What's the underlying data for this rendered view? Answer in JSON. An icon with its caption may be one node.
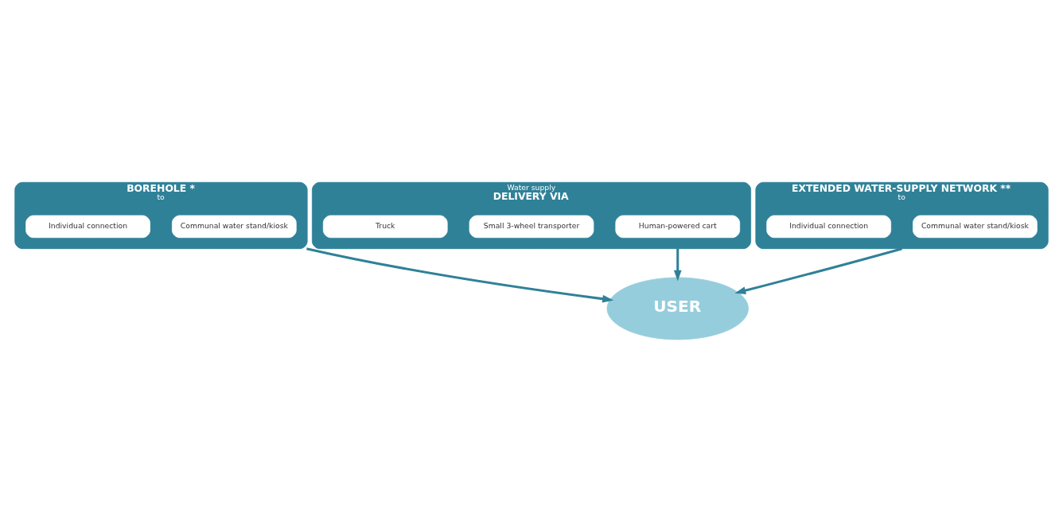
{
  "diagram": {
    "nodes": [
      {
        "text": [
          "BOREHOLE *",
          "to"
        ]
      },
      {
        "text": [
          "Communal water stand/kiosk"
        ],
        "in": 0
      },
      {
        "text": [
          "Individual connection"
        ],
        "in": 0
      },
      {
        "text": [
          "Water supply",
          "DELIVERY VIA"
        ]
      },
      {
        "text": [
          "Human-powered cart"
        ],
        "in": 3
      },
      {
        "text": [
          "Small 3-wheel transporter"
        ],
        "in": 3
      },
      {
        "text": [
          "Truck"
        ],
        "in": 3
      },
      {
        "text": [
          "EXTENDED WATER-SUPPLY NETWORK **",
          "to"
        ]
      },
      {
        "text": [
          "Communal water stand/kiosk"
        ],
        "in": 7
      },
      {
        "text": [
          "Individual connection"
        ],
        "in": 7
      },
      {
        "text": [
          "USER"
        ]
      }
    ],
    "edges": [
      {
        "from": 0,
        "to": 10,
        "arrow": "to"
      },
      {
        "from": 3,
        "to": 10,
        "arrow": "to"
      },
      {
        "from": 7,
        "to": 10,
        "arrow": "to"
      }
    ]
  }
}
